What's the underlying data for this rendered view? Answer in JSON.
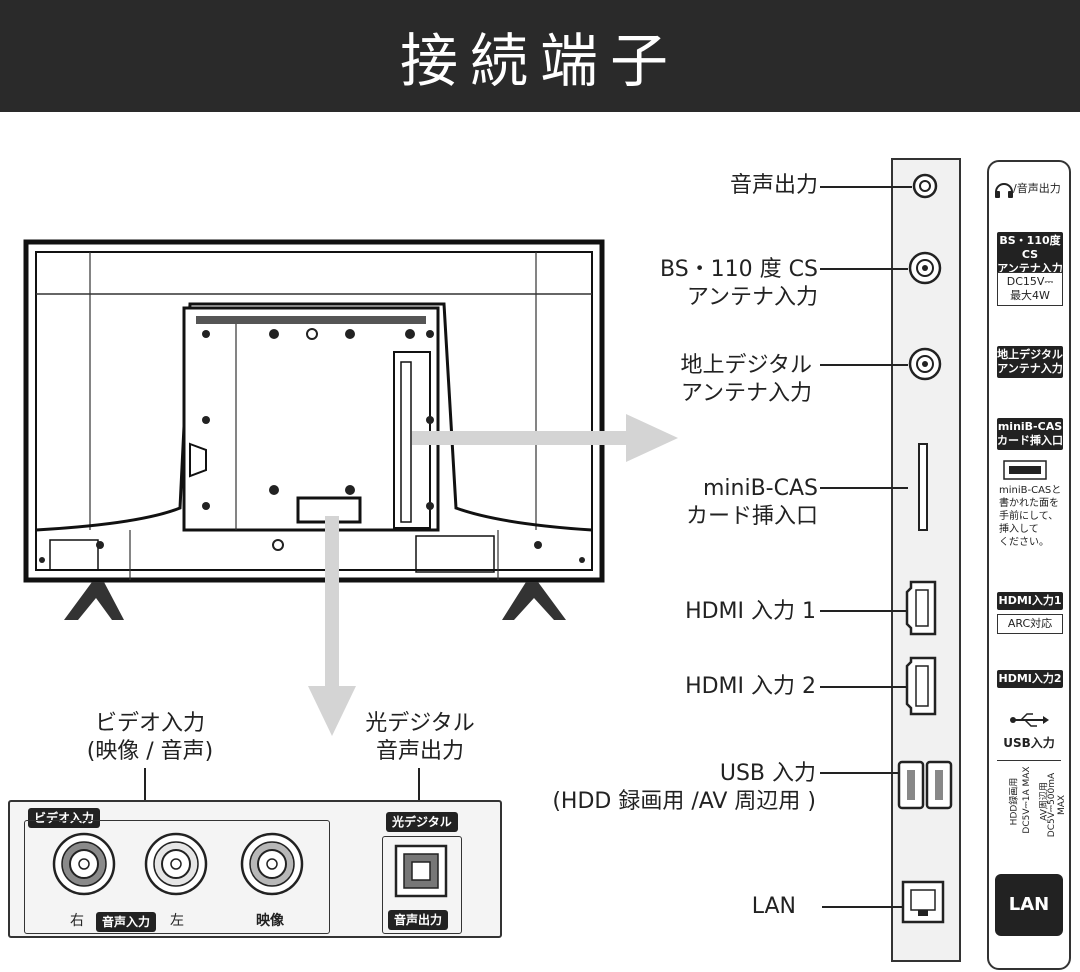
{
  "title": "接続端子",
  "callouts": {
    "audio_out": "音声出力",
    "bs_cs_1": "BS・110 度 CS",
    "bs_cs_2": "アンテナ入力",
    "terrestrial_1": "地上デジタル",
    "terrestrial_2": "アンテナ入力",
    "minibcas_1": "miniB-CAS",
    "minibcas_2": "カード挿入口",
    "hdmi1": "HDMI 入力 1",
    "hdmi2": "HDMI 入力 2",
    "usb_1": "USB 入力",
    "usb_2": "(HDD 録画用 /AV 周辺用 )",
    "lan": "LAN",
    "video_in_1": "ビデオ入力",
    "video_in_2": "(映像 / 音声)",
    "optical_1": "光デジタル",
    "optical_2": "音声出力"
  },
  "legend": {
    "headphone_label": "/音声出力",
    "bs_badge_1": "BS・110度CS",
    "bs_badge_2": "アンテナ入力",
    "bs_power_1": "DC15V⎓",
    "bs_power_2": "最大4W",
    "terr_badge_1": "地上デジタル",
    "terr_badge_2": "アンテナ入力",
    "cas_badge_1": "miniB-CAS",
    "cas_badge_2": "カード挿入口",
    "cas_note_1": "miniB-CASと",
    "cas_note_2": "書かれた面を",
    "cas_note_3": "手前にして、",
    "cas_note_4": "挿入して",
    "cas_note_5": "ください。",
    "hdmi1_badge": "HDMI入力1",
    "hdmi1_arc": "ARC対応",
    "hdmi2_badge": "HDMI入力2",
    "usb_label": "USB入力",
    "usb_note_1": "HDD録画用",
    "usb_note_2": "DC5V⎓1A MAX",
    "usb_note_3": "AV周辺用",
    "usb_note_4": "DC5V⎓500mA MAX",
    "lan_badge": "LAN"
  },
  "panel": {
    "video_badge": "ビデオ入力",
    "optical_badge": "光デジタル",
    "right": "右",
    "audio_in_badge": "音声入力",
    "left": "左",
    "video": "映像",
    "audio_out_badge": "音声出力"
  }
}
